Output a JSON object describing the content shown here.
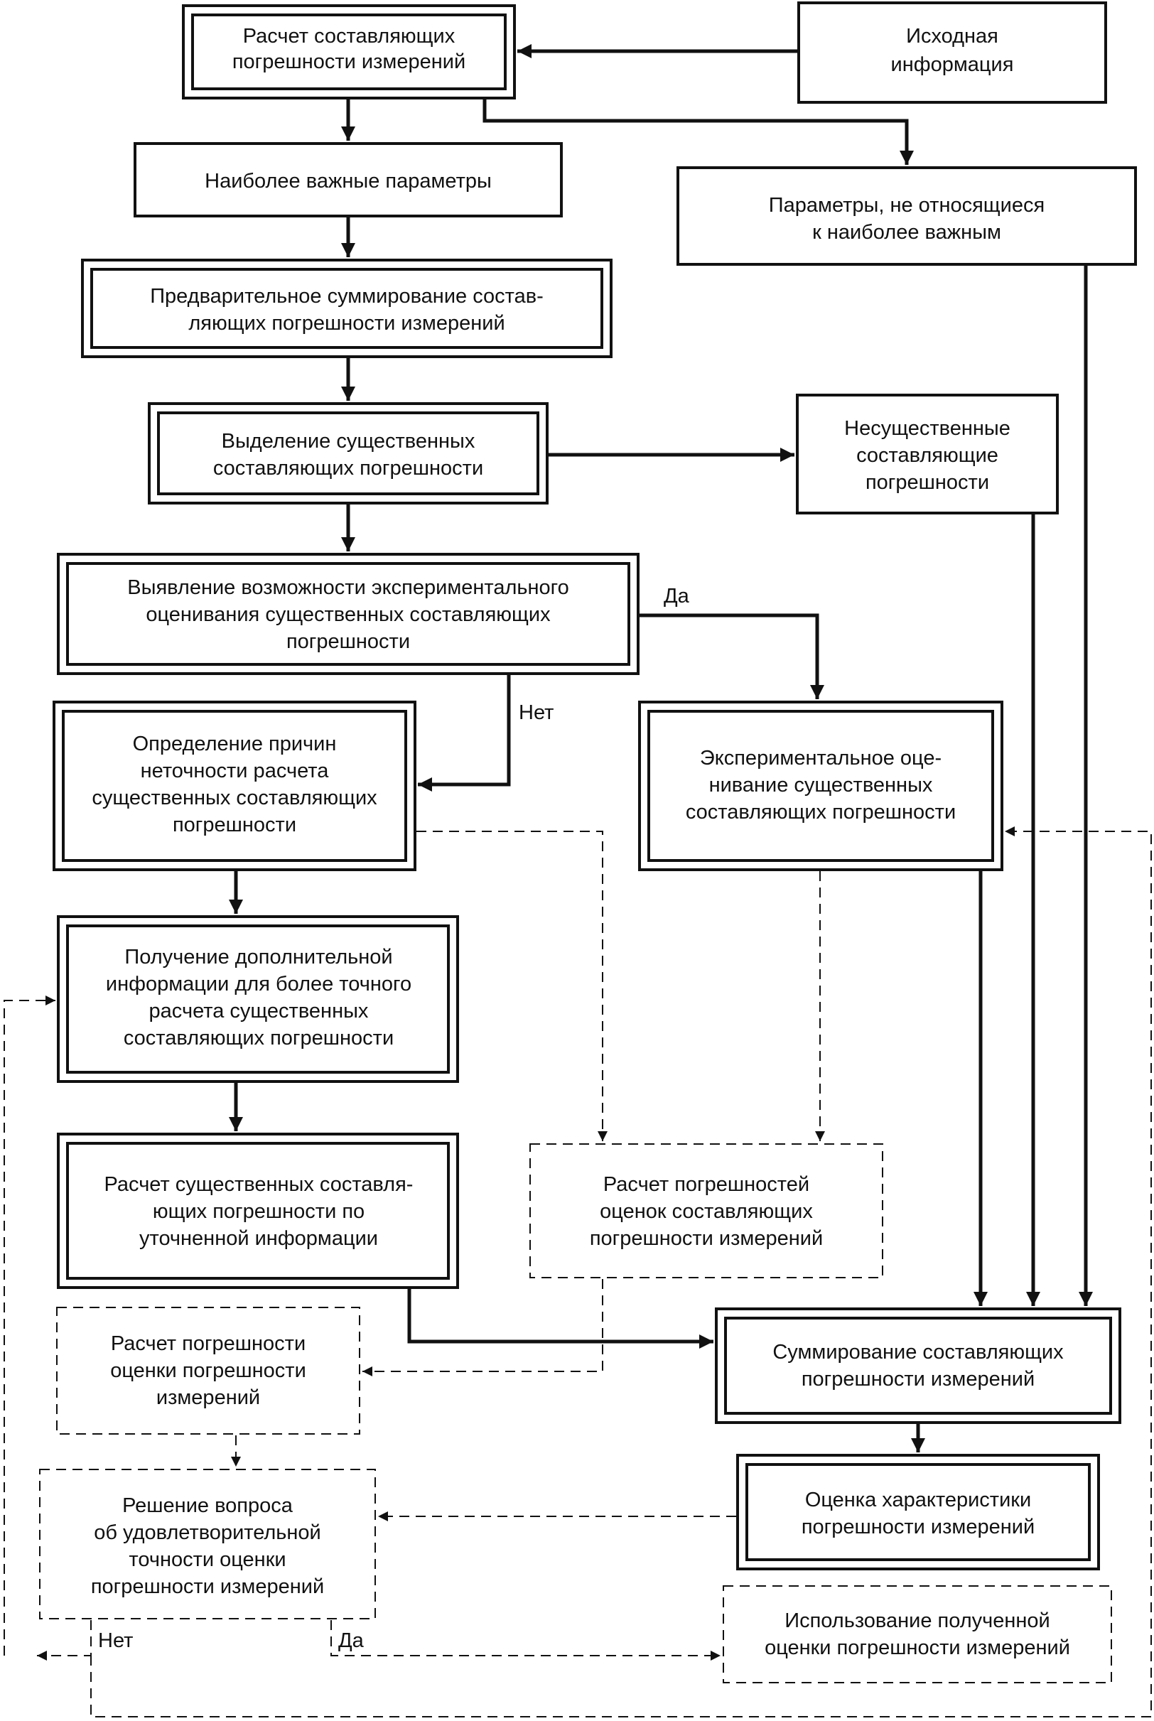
{
  "boxes": {
    "raschet_sostavl": [
      "Расчет составляющих",
      "погрешности измерений"
    ],
    "ishodnaya": [
      "Исходная",
      "информация"
    ],
    "naibolee": [
      "Наиболее важные параметры"
    ],
    "ne_otnos": [
      "Параметры, не относящиеся",
      "к наиболее важным"
    ],
    "predvar": [
      "Предварительное суммирование состав-",
      "ляющих погрешности измерений"
    ],
    "vydelenie": [
      "Выделение существенных",
      "составляющих погрешности"
    ],
    "nesushch": [
      "Несущественные",
      "составляющие",
      "погрешности"
    ],
    "vyyavlenie": [
      "Выявление возможности экспериментального",
      "оценивания существенных составляющих",
      "погрешности"
    ],
    "opredelenie": [
      "Определение причин",
      "неточности расчета",
      "существенных составляющих",
      "погрешности"
    ],
    "eksperim": [
      "Экспериментальное оце-",
      "нивание существенных",
      "составляющих погрешности"
    ],
    "poluchenie": [
      "Получение дополнительной",
      "информации для более точного",
      "расчета существенных",
      "составляющих погрешности"
    ],
    "raschet_sushch": [
      "Расчет существенных составля-",
      "ющих погрешности по",
      "уточненной информации"
    ],
    "raschet_pogr_ocenok": [
      "Расчет погрешностей",
      "оценок составляющих",
      "погрешности измерений"
    ],
    "raschet_pogr_ocenki": [
      "Расчет погрешности",
      "оценки погрешности",
      "измерений"
    ],
    "summirovanie": [
      "Суммирование составляющих",
      "погрешности измерений"
    ],
    "ocenka": [
      "Оценка характеристики",
      "погрешности измерений"
    ],
    "reshenie": [
      "Решение вопроса",
      "об удовлетворительной",
      "точности оценки",
      "погрешности измерений"
    ],
    "ispolzovanie": [
      "Использование полученной",
      "оценки погрешности измерений"
    ]
  },
  "labels": {
    "da_1": "Да",
    "net_1": "Нет",
    "net_2": "Нет",
    "da_2": "Да"
  }
}
